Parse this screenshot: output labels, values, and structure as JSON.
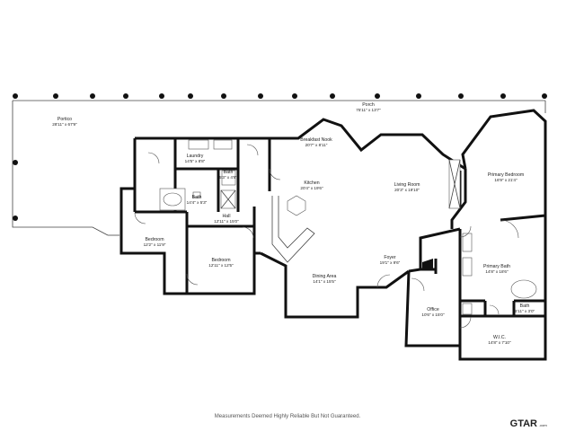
{
  "rooms": [
    {
      "id": "portico",
      "name": "Portico",
      "dims": "28'11\" x 67'9\""
    },
    {
      "id": "porch",
      "name": "Porch",
      "dims": "75'11\" x 13'7\""
    },
    {
      "id": "laundry",
      "name": "Laundry",
      "dims": "14'5\" x 8'8\""
    },
    {
      "id": "bath-small",
      "name": "Bath",
      "dims": "5'3\" x 4'8\""
    },
    {
      "id": "bath-hall",
      "name": "Bath",
      "dims": "14'4\" x 5'3\""
    },
    {
      "id": "hall",
      "name": "Hall",
      "dims": "12'11\" x 15'0\""
    },
    {
      "id": "breakfast-nook",
      "name": "Breakfast Nook",
      "dims": "20'7\" x 8'11\""
    },
    {
      "id": "kitchen",
      "name": "Kitchen",
      "dims": "20'4\" x 19'6\""
    },
    {
      "id": "living-room",
      "name": "Living Room",
      "dims": "20'3\" x 19'10\""
    },
    {
      "id": "primary-bedroom",
      "name": "Primary Bedroom",
      "dims": "16'9\" x 21'4\""
    },
    {
      "id": "bedroom-1",
      "name": "Bedroom",
      "dims": "12'2\" x 11'9\""
    },
    {
      "id": "bedroom-2",
      "name": "Bedroom",
      "dims": "12'11\" x 12'5\""
    },
    {
      "id": "dining-area",
      "name": "Dining Area",
      "dims": "14'1\" x 15'5\""
    },
    {
      "id": "foyer",
      "name": "Foyer",
      "dims": "19'1\" x 9'6\""
    },
    {
      "id": "primary-bath",
      "name": "Primary Bath",
      "dims": "14'8\" x 18'6\""
    },
    {
      "id": "office",
      "name": "Office",
      "dims": "10'6\" x 15'0\""
    },
    {
      "id": "bath-primary-wc",
      "name": "Bath",
      "dims": "5'11\" x 3'0\""
    },
    {
      "id": "wic",
      "name": "W.I.C.",
      "dims": "14'8\" x 7'10\""
    }
  ],
  "footer": {
    "disclaimer": "Measurements Deemed Highly Reliable But Not Guaranteed."
  },
  "logo": {
    "text": "GTAR",
    "suffix": ".com"
  }
}
